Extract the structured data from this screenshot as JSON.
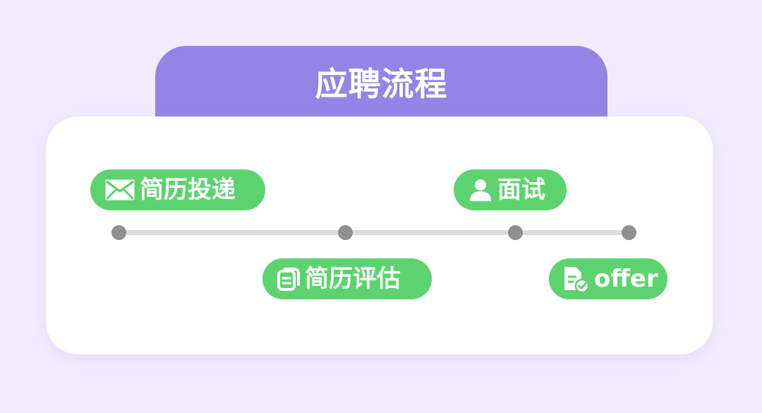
{
  "title": "应聘流程",
  "steps": [
    {
      "label": "简历投递",
      "icon": "envelope-icon"
    },
    {
      "label": "简历评估",
      "icon": "document-stack-icon"
    },
    {
      "label": "面试",
      "icon": "person-icon"
    },
    {
      "label": "offer",
      "icon": "document-check-icon"
    }
  ],
  "colors": {
    "background": "#f1ebfe",
    "title_tab": "#9484e5",
    "pill": "#5dd36f",
    "node": "#8f8f8f",
    "track": "#dcdcdc"
  }
}
